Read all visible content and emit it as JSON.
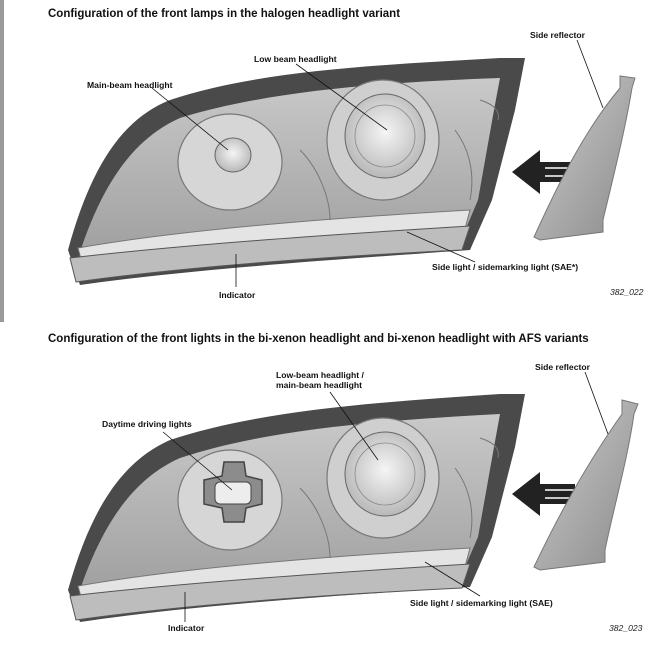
{
  "section_top": {
    "heading": "Configuration of the front lamps in the halogen headlight variant",
    "labels": {
      "side_reflector": "Side reflector",
      "low_beam": "Low beam headlight",
      "main_beam": "Main-beam headlight",
      "side_light": "Side light / sidemarking light (SAE*)",
      "indicator": "Indicator"
    },
    "figure_code": "382_022"
  },
  "section_bottom": {
    "heading": "Configuration of the front lights in the bi-xenon headlight and bi-xenon headlight with AFS variants",
    "labels": {
      "side_reflector": "Side reflector",
      "low_main_beam_line1": "Low-beam headlight /",
      "low_main_beam_line2": "main-beam headlight",
      "daytime_driving": "Daytime driving lights",
      "side_light": "Side light / sidemarking light (SAE)",
      "indicator": "Indicator"
    },
    "figure_code": "382_023"
  },
  "colors": {
    "housing_dark": "#4a4a4a",
    "housing_mid": "#8f8f8f",
    "lens_light": "#e9e9e9",
    "arrow": "#222222"
  }
}
